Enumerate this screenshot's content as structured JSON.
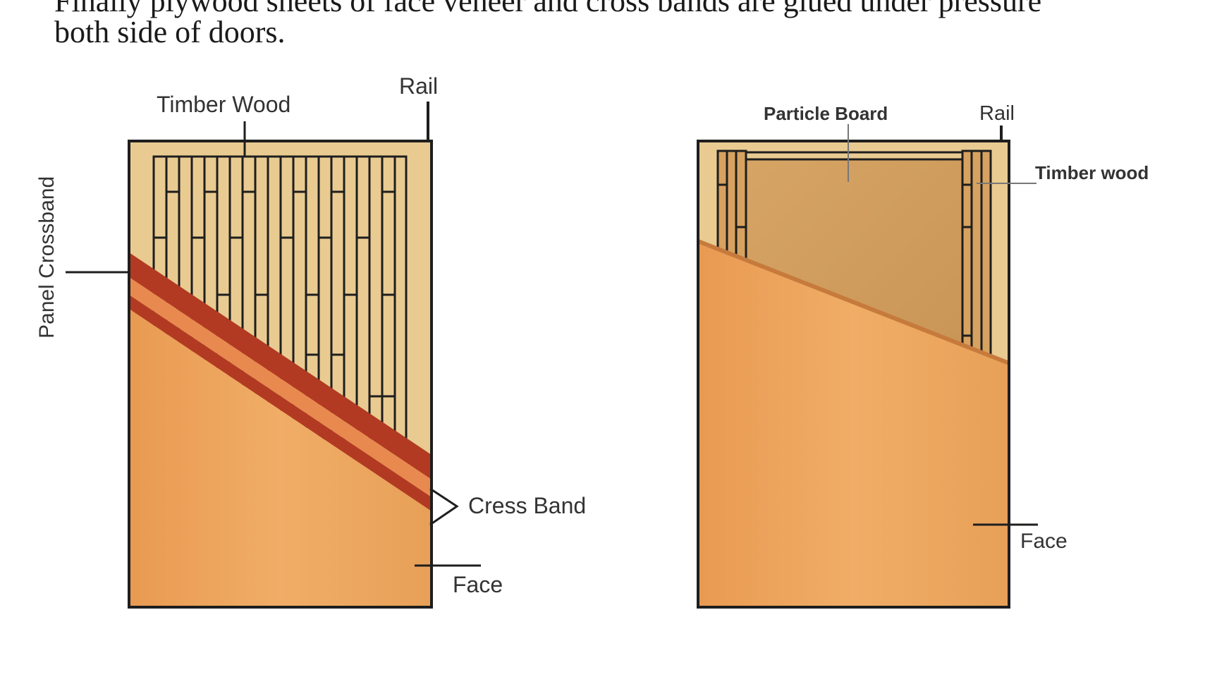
{
  "text": {
    "line_1": "Finally plywood sheets of face veneer and cross bands are glued under pressure",
    "line_2": "both side of doors."
  },
  "diagram_left": {
    "labels": {
      "timber_wood": "Timber Wood",
      "rail": "Rail",
      "panel_crossband": "Panel Crossband",
      "cross_band": "Cress Band",
      "face": "Face"
    }
  },
  "diagram_right": {
    "labels": {
      "particle_board": "Particle Board",
      "rail": "Rail",
      "timber_wood": "Timber wood",
      "face": "Face"
    }
  },
  "colors": {
    "frame": "#e8c98e",
    "face_veneer": "#eba65c",
    "cross_band_dark": "#b23a22",
    "cross_band_light": "#e88a50",
    "particle_board": "#d8a868",
    "outline": "#1e1e1e"
  }
}
